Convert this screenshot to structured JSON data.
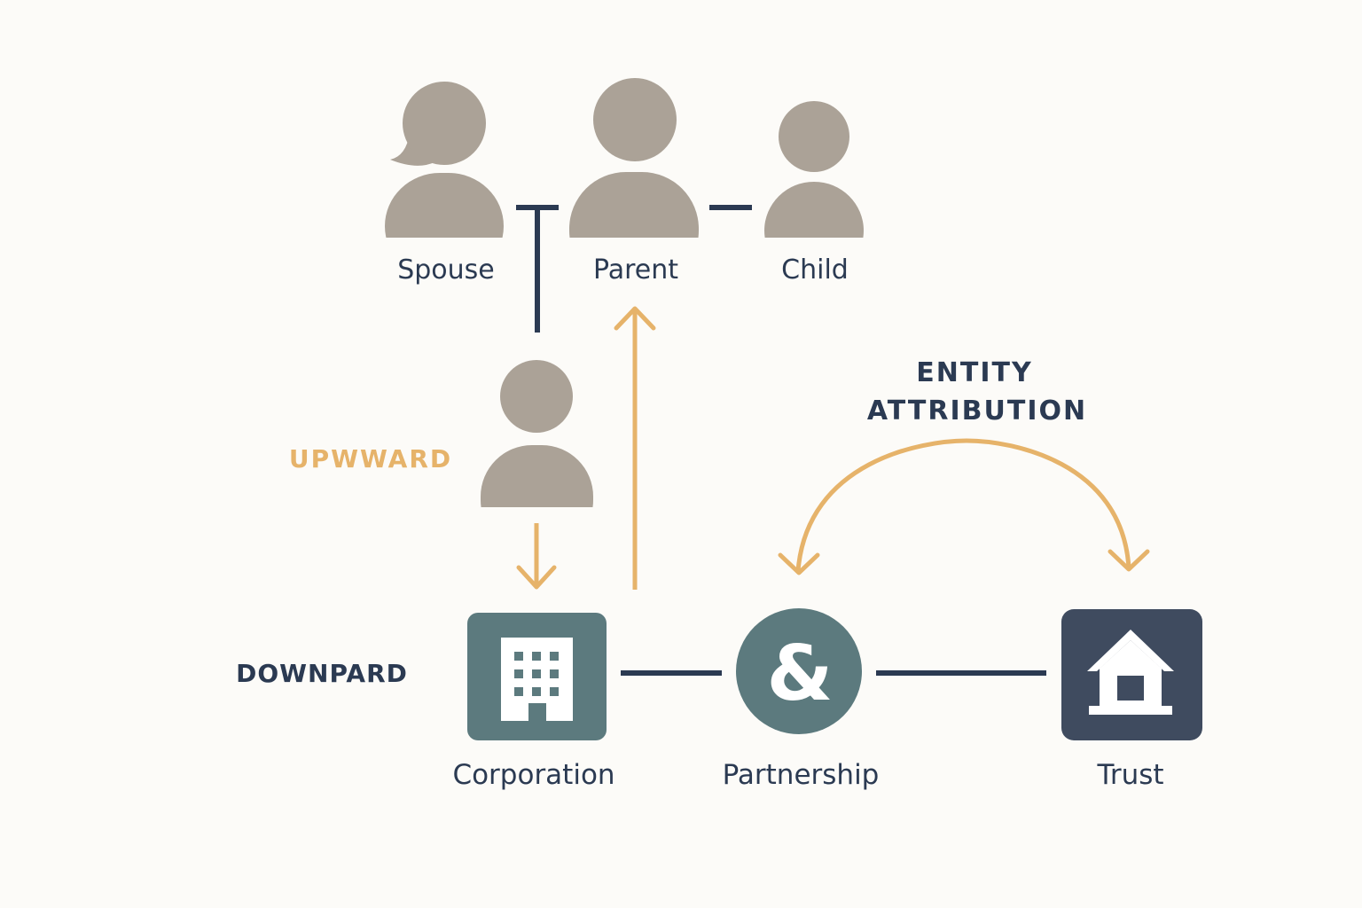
{
  "colors": {
    "background": "#fcfbf8",
    "person": "#aba297",
    "line": "#2b3a52",
    "accent": "#e6b36a",
    "corporation": "#5c7a7e",
    "partnership": "#5c7a7e",
    "trust": "#3f4b5f",
    "icon_fill": "#ffffff",
    "label_text": "#2b3a52"
  },
  "family": {
    "spouse": {
      "label": "Spouse",
      "icon": "female-person-icon"
    },
    "parent": {
      "label": "Parent",
      "icon": "person-icon"
    },
    "child": {
      "label": "Child",
      "icon": "person-icon"
    },
    "individual": {
      "icon": "person-icon"
    }
  },
  "entities": {
    "corporation": {
      "label": "Corporation",
      "icon": "building-icon"
    },
    "partnership": {
      "label": "Partnership",
      "symbol": "&",
      "icon": "ampersand-icon"
    },
    "trust": {
      "label": "Trust",
      "icon": "house-icon"
    }
  },
  "directions": {
    "upward": "UPWWARD",
    "downward": "DOWNPARD",
    "entity_line1": "ENTITY",
    "entity_line2": "ATTRIBUTION"
  }
}
